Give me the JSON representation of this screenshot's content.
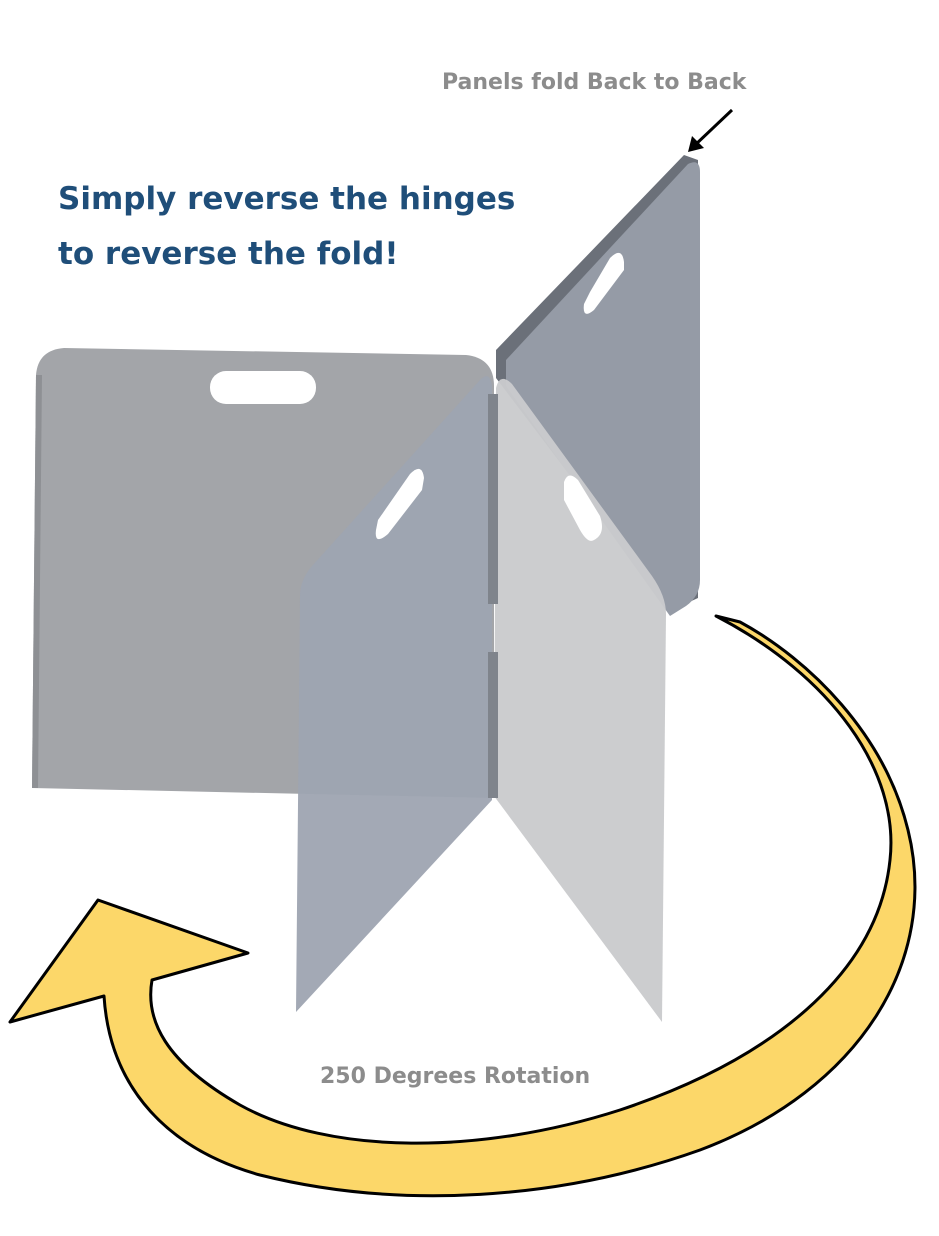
{
  "headline": {
    "line1": "Simply reverse the hinges",
    "line2": "to reverse the fold!"
  },
  "callout": {
    "text": "Panels fold Back to Back"
  },
  "rotation": {
    "text": "250 Degrees Rotation"
  },
  "colors": {
    "headline": "#1f4e79",
    "label": "#8c8c8c",
    "arrow_fill": "#fcd769",
    "arrow_outline": "#000000",
    "panel_gray": "#a3a6ab",
    "panel_blue_gray": "#9fa5b2",
    "panel_light": "#c9cacb"
  },
  "icons": {
    "callout_pointer": "arrow-pointer-icon",
    "rotation_arrow": "curved-arrow-icon"
  }
}
